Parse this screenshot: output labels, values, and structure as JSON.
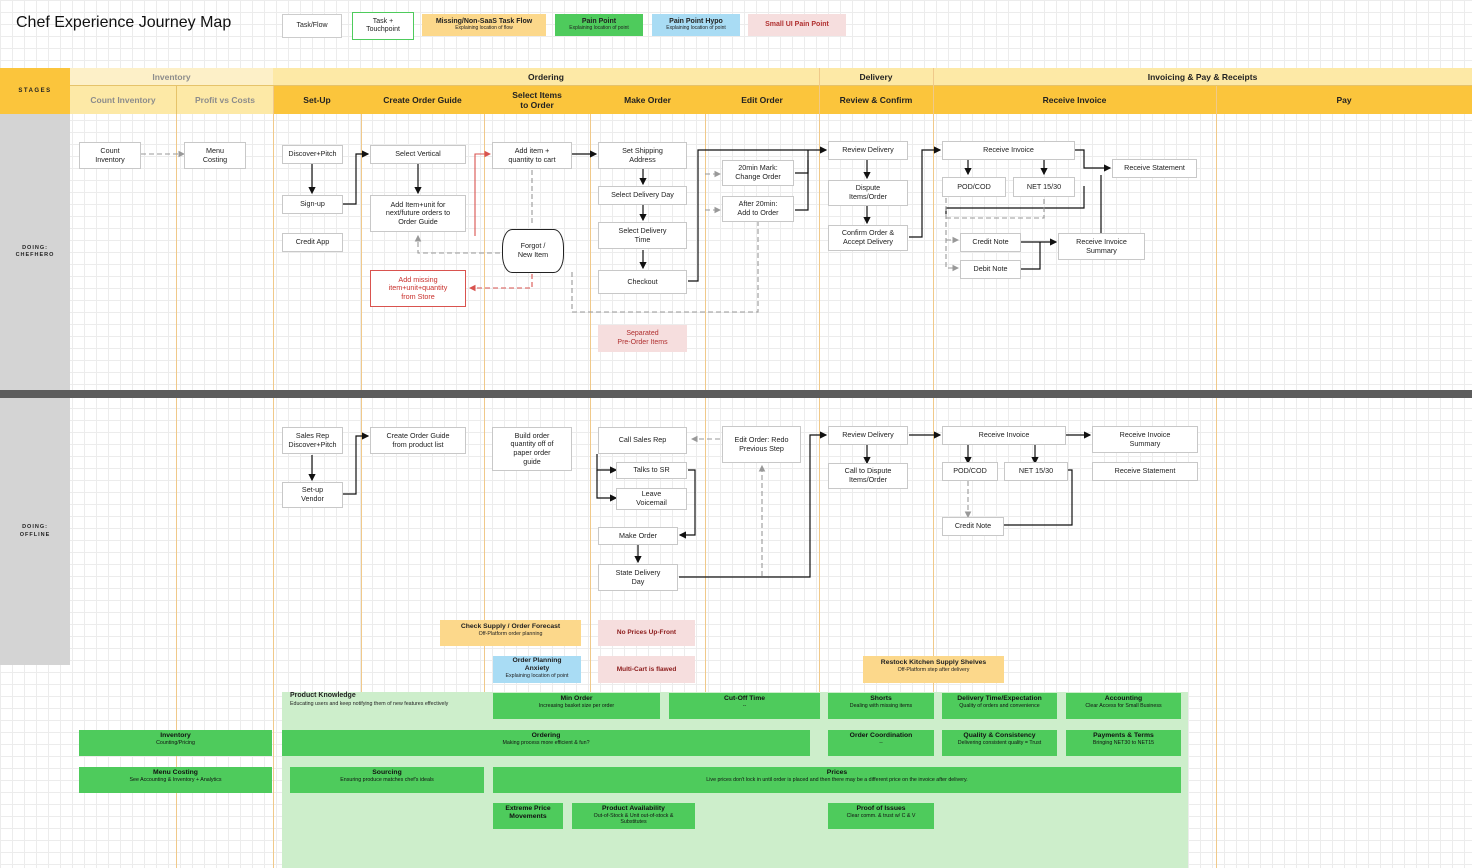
{
  "title": "Chef Experience Journey Map",
  "legend": {
    "task_flow": "Task/Flow",
    "touchpoint": "Task +\nTouchpoint",
    "missing_title": "Missing/Non-SaaS Task Flow",
    "missing_sub": "Explaining location of flow",
    "pain_title": "Pain Point",
    "pain_sub": "Explaining location of point",
    "hypo_title": "Pain Point Hypo",
    "hypo_sub": "Explaining location of point",
    "small_pain": "Small UI Pain Point"
  },
  "colors": {
    "stage": "#fbc53c",
    "phase": "#fde9a6",
    "pain_point": "#4ecb5c",
    "missing_flow": "#fcd88b",
    "hypo": "#a9dcf4",
    "small_pain": "#f6dede",
    "product_knowledge_bg": "#cdeecb"
  },
  "phases": {
    "inventory": "Inventory",
    "ordering": "Ordering",
    "delivery": "Delivery",
    "invoicing": "Invoicing & Pay & Receipts"
  },
  "stages_label": "STAGES",
  "stages": {
    "count_inventory": "Count Inventory",
    "profit_vs_costs": "Profit vs Costs",
    "setup": "Set-Up",
    "create_order_guide": "Create Order Guide",
    "select_items": "Select Items\nto Order",
    "make_order": "Make Order",
    "edit_order": "Edit Order",
    "review_confirm": "Review & Confirm",
    "receive_invoice": "Receive Invoice",
    "pay": "Pay"
  },
  "lanes": {
    "chefhero": "DOING:\nCHEFHERO",
    "offline": "DOING:\nOFFLINE"
  },
  "chefhero": {
    "count_inventory": "Count\nInventory",
    "menu_costing": "Menu\nCosting",
    "discover_pitch": "Discover+Pitch",
    "signup": "Sign-up",
    "credit_app": "Credit App",
    "select_vertical": "Select Vertical",
    "add_item_unit": "Add Item+unit for\nnext/future orders to\nOrder Guide",
    "add_missing": "Add missing\nitem+unit+quantity\nfrom Store",
    "add_item_cart": "Add item +\nquantity to cart",
    "forgot_item": "Forgot /\nNew Item",
    "set_shipping": "Set Shipping\nAddress",
    "select_delivery_day": "Select Delivery Day",
    "select_delivery_time": "Select Delivery\nTime",
    "checkout": "Checkout",
    "separated_preorder": "Separated\nPre-Order Items",
    "mark_20min": "20min Mark:\nChange Order",
    "after_20min": "After 20min:\nAdd to Order",
    "review_delivery": "Review Delivery",
    "dispute": "Dispute\nItems/Order",
    "confirm_accept": "Confirm Order &\nAccept Delivery",
    "receive_invoice": "Receive Invoice",
    "pod_cod": "POD/COD",
    "net": "NET 15/30",
    "credit_note": "Credit Note",
    "debit_note": "Debit Note",
    "invoice_summary": "Receive Invoice\nSummary",
    "receive_statement": "Receive Statement"
  },
  "offline": {
    "sales_rep_pitch": "Sales Rep\nDiscover+Pitch",
    "setup_vendor": "Set-up\nVendor",
    "create_guide": "Create Order Guide\nfrom product list",
    "build_order": "Build order\nquantity off of\npaper order\nguide",
    "call_sales_rep": "Call Sales Rep",
    "talks_sr": "Talks to SR",
    "leave_voicemail": "Leave\nVoicemail",
    "make_order": "Make Order",
    "state_day": "State Delivery\nDay",
    "edit_redo": "Edit Order: Redo\nPrevious Step",
    "review_delivery": "Review Delivery",
    "call_dispute": "Call to Dispute\nItems/Order",
    "receive_invoice": "Receive Invoice",
    "pod_cod": "POD/COD",
    "net": "NET 15/30",
    "credit_note": "Credit Note",
    "invoice_summary": "Receive Invoice\nSummary",
    "receive_statement": "Receive Statement"
  },
  "notes": {
    "check_supply_title": "Check Supply / Order Forecast",
    "check_supply_sub": "Off-Platform order planning",
    "order_anxiety_title": "Order Planning\nAnxiety",
    "order_anxiety_sub": "Explaining location of point",
    "no_prices": "No Prices Up-Front",
    "multicart": "Multi-Cart is flawed",
    "restock_title": "Restock Kitchen Supply Shelves",
    "restock_sub": "Off-Platform step after delivery",
    "product_knowledge_title": "Product Knowledge",
    "product_knowledge_sub": "Educating users and keep notifying them of new features effectively"
  },
  "pain_points": [
    {
      "key": "min_order",
      "title": "Min Order",
      "sub": "Increasing basket size per order"
    },
    {
      "key": "cutoff",
      "title": "Cut-Off Time",
      "sub": "--"
    },
    {
      "key": "shorts",
      "title": "Shorts",
      "sub": "Dealing with missing items"
    },
    {
      "key": "delivery_time",
      "title": "Delivery Time/Expectation",
      "sub": "Quality of orders and convenience"
    },
    {
      "key": "accounting",
      "title": "Accounting",
      "sub": "Clear Access for Small Business"
    },
    {
      "key": "inventory",
      "title": "Inventory",
      "sub": "Counting/Pricing"
    },
    {
      "key": "ordering",
      "title": "Ordering",
      "sub": "Making process more efficient & fun?"
    },
    {
      "key": "order_coord",
      "title": "Order Coordination",
      "sub": "--"
    },
    {
      "key": "quality",
      "title": "Quality & Consistency",
      "sub": "Delivering consistent quality = Trust"
    },
    {
      "key": "payments",
      "title": "Payments & Terms",
      "sub": "Bringing NET30 to NET15"
    },
    {
      "key": "menu_costing",
      "title": "Menu Costing",
      "sub": "See Accounting & Inventory + Analytics"
    },
    {
      "key": "sourcing",
      "title": "Sourcing",
      "sub": "Ensuring produce matches chef's ideals"
    },
    {
      "key": "prices",
      "title": "Prices",
      "sub": "Live prices don't lock in until order is placed and then there may be a different price on the invoice after delivery."
    },
    {
      "key": "extreme_price",
      "title": "Extreme Price\nMovements",
      "sub": ""
    },
    {
      "key": "availability",
      "title": "Product Availability",
      "sub": "Out-of-Stock & Unit out-of-stock &\nSubstitutes"
    },
    {
      "key": "proof",
      "title": "Proof of Issues",
      "sub": "Clear comm. & trust w/ C & V"
    }
  ]
}
